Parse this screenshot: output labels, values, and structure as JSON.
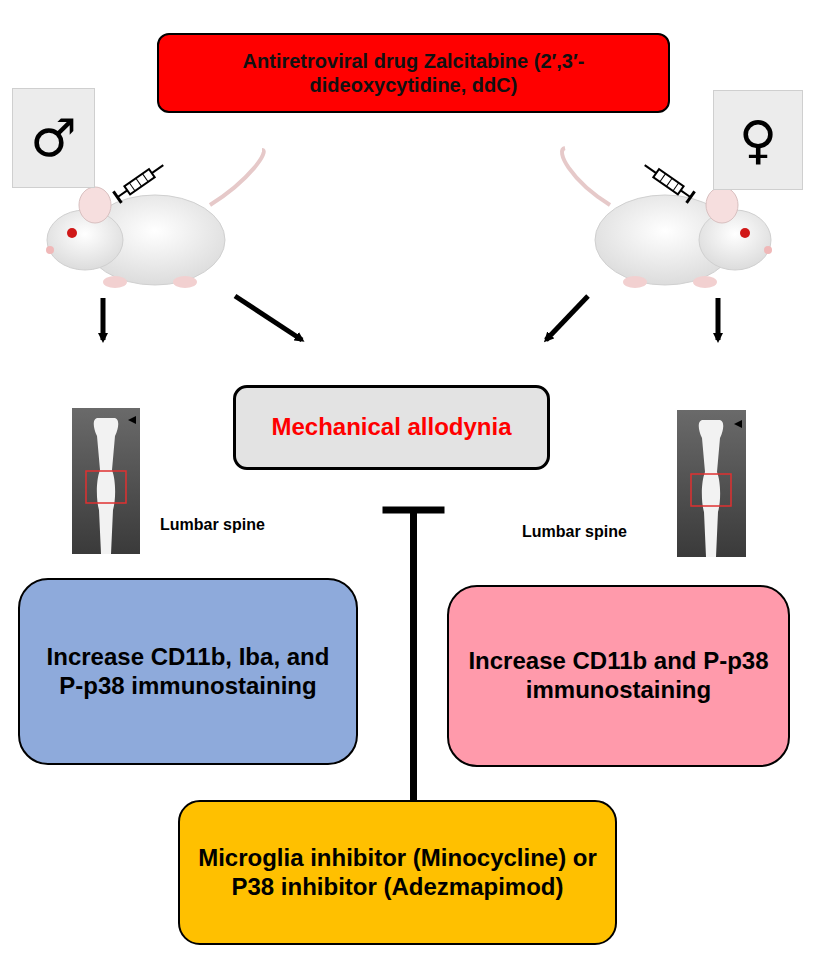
{
  "diagram": {
    "nodes": [
      {
        "text": [
          "Antiretroviral drug Zalcitabine (2′,3′-dideoxycytidine, ddC)"
        ]
      },
      {
        "text": [
          "Mechanical allodynia"
        ]
      },
      {
        "text": [
          "Increase CD11b, Iba, and P-p38 immunostaining"
        ]
      },
      {
        "text": [
          "Increase CD11b and P-p38 immunostaining"
        ]
      },
      {
        "text": [
          "Microglia inhibitor (Minocycline) or P38 inhibitor (Adezmapimod)"
        ]
      }
    ],
    "edges": [
      {
        "from": 4,
        "to": 1,
        "arrow": "to"
      }
    ],
    "labels": [
      "♂",
      "♀",
      "Lumbar spine",
      "Lumbar spine"
    ]
  }
}
